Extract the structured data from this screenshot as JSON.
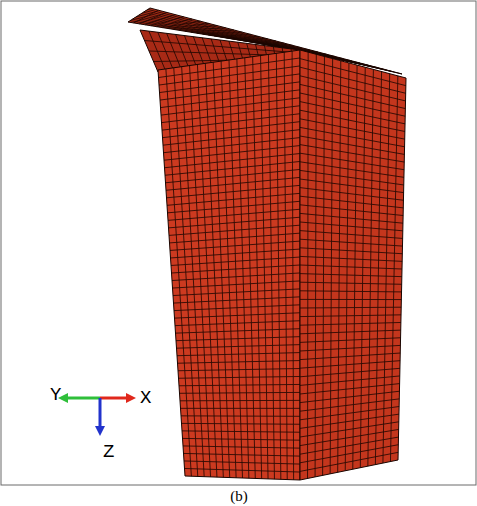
{
  "diagram": {
    "caption": "(b)",
    "labels": [
      "Y",
      "X",
      "Z"
    ]
  }
}
